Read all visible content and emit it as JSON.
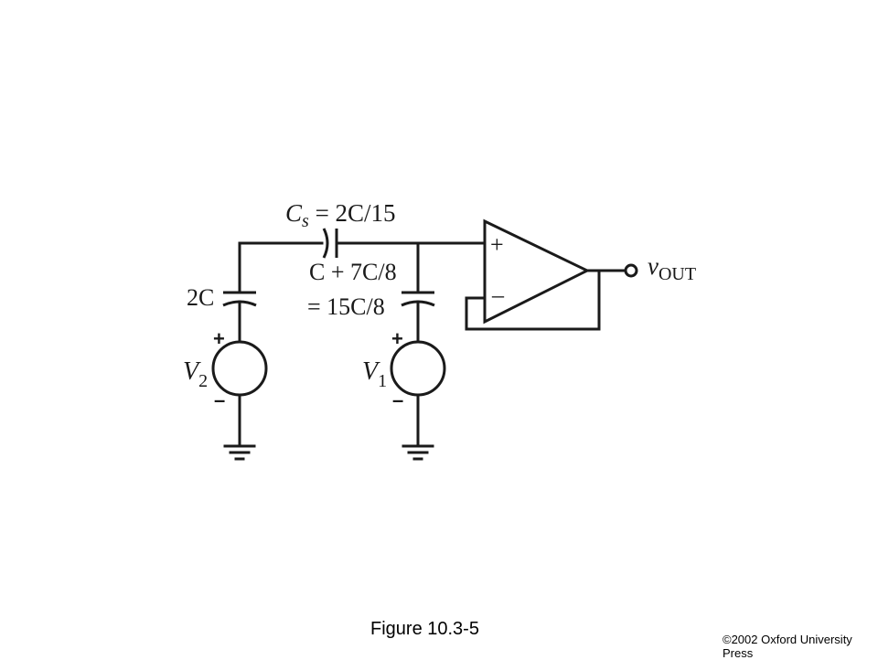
{
  "figure": {
    "caption": "Figure 10.3-5",
    "copyright": "©2002 Oxford University Press"
  },
  "circuit": {
    "cs_label": {
      "sym": "C",
      "sub": "s",
      "rest": " = 2C/15"
    },
    "c_left_label": "2C",
    "c_right_label_line1": "C + 7C/8",
    "c_right_label_line2": "= 15C/8",
    "source_left": {
      "sym": "V",
      "sub": "2",
      "plus": "+",
      "minus": "–"
    },
    "source_right": {
      "sym": "V",
      "sub": "1",
      "plus": "+",
      "minus": "–"
    },
    "opamp": {
      "plus": "+",
      "minus": "–"
    },
    "output": {
      "sym": "v",
      "sub": "OUT"
    }
  },
  "colors": {
    "ink": "#1a1a1a",
    "background": "#ffffff"
  }
}
